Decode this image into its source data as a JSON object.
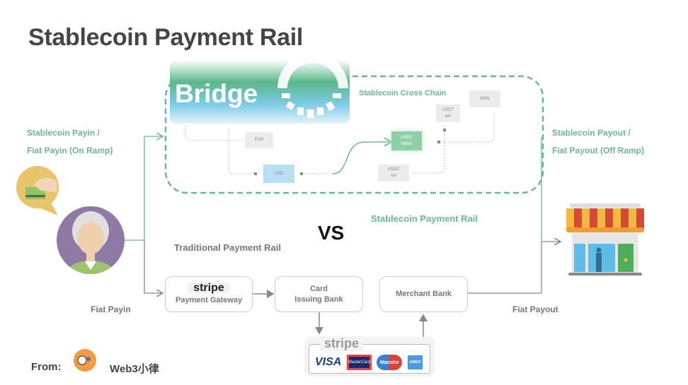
{
  "title": "Stablecoin Payment Rail",
  "bridge": {
    "logo_text": "Bridge",
    "section_label": "Stablecoin Cross Chain",
    "nodes": [
      {
        "id": "eur",
        "lines": [
          "EUR"
        ]
      },
      {
        "id": "usd",
        "lines": [
          "USD"
        ]
      },
      {
        "id": "usdc-stellar",
        "lines": [
          "USDC",
          "stellar"
        ]
      },
      {
        "id": "usdt-eth",
        "lines": [
          "USDT",
          "eth"
        ]
      },
      {
        "id": "mxn",
        "lines": [
          "MXN"
        ]
      },
      {
        "id": "usdc-sol",
        "lines": [
          "USDC",
          "sol"
        ]
      }
    ]
  },
  "left_labels": {
    "line1": "Stablecoin Payin /",
    "line2": "Fiat Payin (On Ramp)",
    "fiat": "Fiat Payin"
  },
  "right_labels": {
    "line1": "Stablecoin Payout /",
    "line2": "Fiat Payout (Off Ramp)",
    "fiat": "Fiat Payout"
  },
  "vs": "VS",
  "stablecoin_rail_label": "Stablecoin Payment Rail",
  "traditional_rail_label": "Traditional Payment Rail",
  "traditional": {
    "gateway_logo": "stripe",
    "gateway": "Payment Gateway",
    "card_bank_1": "Card",
    "card_bank_2": "Issuing Bank",
    "merchant_bank": "Merchant Bank"
  },
  "card_networks": {
    "logo": "stripe",
    "visa": "VISA",
    "mastercard": "MasterCard",
    "maestro": "Maestro",
    "amex": "AMEX"
  },
  "footer": {
    "from": "From:",
    "author": "Web3小律"
  },
  "colors": {
    "green": "#6ab893",
    "purple": "#8e7aa3",
    "gray_line": "#888888"
  }
}
